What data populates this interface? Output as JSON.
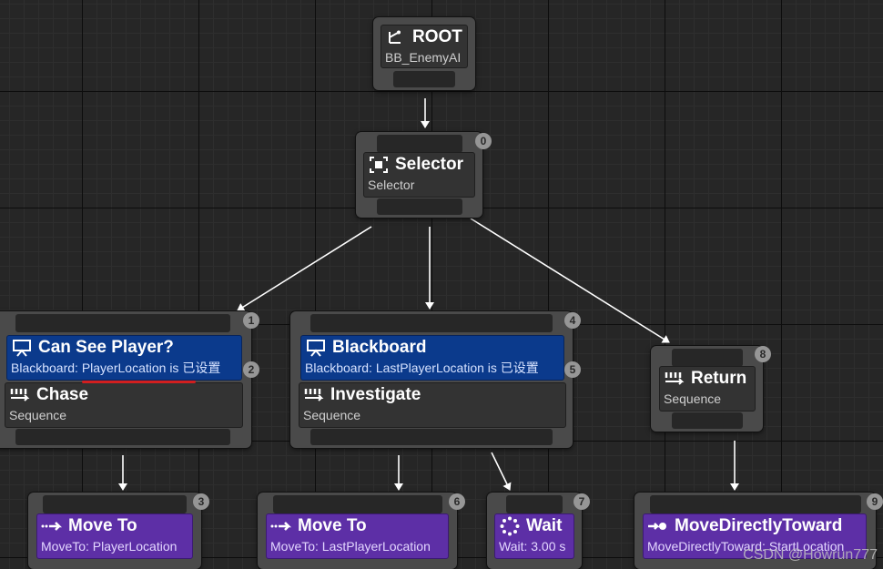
{
  "nodes": {
    "root": {
      "title": "ROOT",
      "subtitle": "BB_EnemyAI"
    },
    "selector": {
      "title": "Selector",
      "subtitle": "Selector",
      "index": "0"
    },
    "chase": {
      "decorator": {
        "title": "Can See Player?",
        "subtitle": "Blackboard: PlayerLocation is 已设置",
        "index": "2"
      },
      "title": "Chase",
      "subtitle": "Sequence",
      "index": "1"
    },
    "investigate": {
      "decorator": {
        "title": "Blackboard",
        "subtitle": "Blackboard: LastPlayerLocation is 已设置",
        "index": "5"
      },
      "title": "Investigate",
      "subtitle": "Sequence",
      "index": "4"
    },
    "return_node": {
      "title": "Return",
      "subtitle": "Sequence",
      "index": "8"
    },
    "move_to_player": {
      "title": "Move To",
      "subtitle": "MoveTo: PlayerLocation",
      "index": "3"
    },
    "move_to_last": {
      "title": "Move To",
      "subtitle": "MoveTo: LastPlayerLocation",
      "index": "6"
    },
    "wait": {
      "title": "Wait",
      "subtitle": "Wait: 3.00 s",
      "index": "7"
    },
    "move_directly": {
      "title": "MoveDirectlyToward",
      "subtitle": "MoveDirectlyToward: StartLocation",
      "index": "9"
    }
  },
  "watermark": "CSDN @Howrun777",
  "colors": {
    "background": "#262626",
    "node": "#4a4a4a",
    "decorator": "#0b3a8c",
    "task": "#5d2fa6",
    "composite": "#333333",
    "wire": "#ffffff",
    "underline": "#d21f1f"
  },
  "icons": {
    "root": "tree-root-icon",
    "selector": "selector-icon",
    "decorator": "blackboard-decorator-icon",
    "sequence": "sequence-icon",
    "move_to": "move-to-arrow-icon",
    "wait": "wait-icon",
    "move_directly": "move-directly-icon"
  }
}
